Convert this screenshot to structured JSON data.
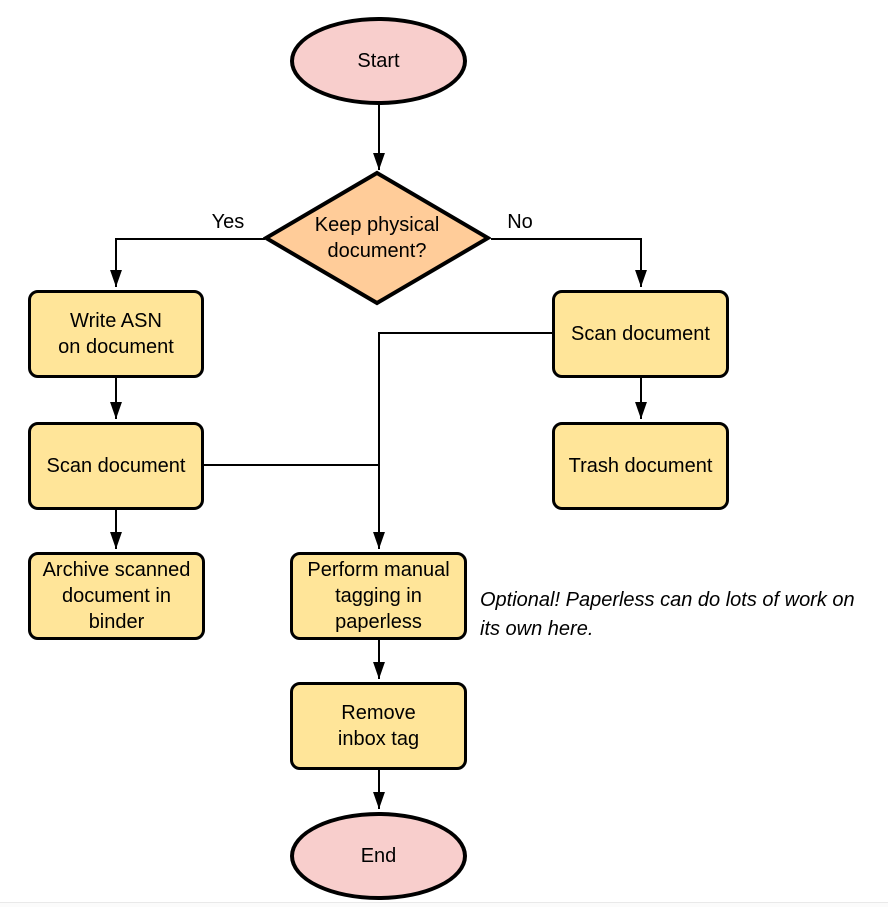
{
  "diagram": {
    "colors": {
      "terminal_fill": "#f8cecc",
      "decision_fill": "#ffcc99",
      "process_fill": "#ffe599",
      "stroke": "#000000"
    },
    "nodes": {
      "start": {
        "label": "Start"
      },
      "decision": {
        "lines": [
          "Keep physical",
          "document?"
        ]
      },
      "write_asn": {
        "lines": [
          "Write ASN",
          "on document"
        ]
      },
      "scan_left": {
        "label": "Scan document"
      },
      "archive": {
        "lines": [
          "Archive scanned",
          "document in",
          "binder"
        ]
      },
      "scan_right": {
        "label": "Scan document"
      },
      "trash": {
        "label": "Trash document"
      },
      "tagging": {
        "lines": [
          "Perform manual",
          "tagging in",
          "paperless"
        ]
      },
      "remove_inbox": {
        "lines": [
          "Remove",
          "inbox tag"
        ]
      },
      "end": {
        "label": "End"
      }
    },
    "edge_labels": {
      "yes": "Yes",
      "no": "No"
    },
    "annotation": {
      "lines": [
        "Optional! Paperless can do lots of work on",
        "its own here."
      ]
    }
  }
}
